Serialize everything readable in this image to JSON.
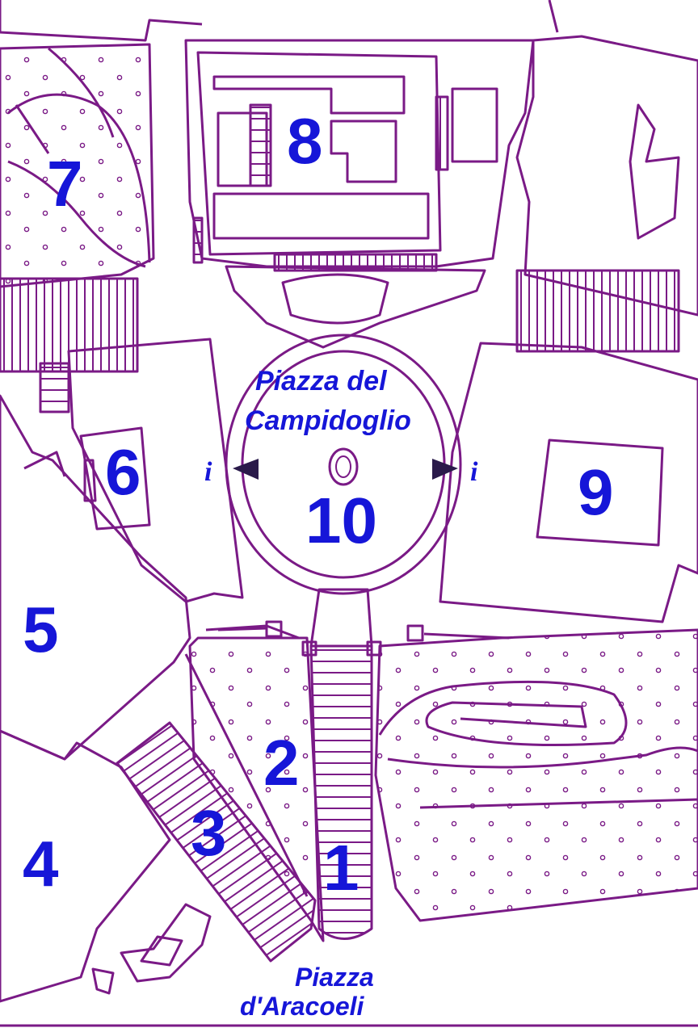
{
  "map": {
    "colors": {
      "line": "#7a1a86",
      "label": "#1616d8",
      "background": "#ffffff"
    },
    "places": {
      "piazza_campidoglio_line1": "Piazza del",
      "piazza_campidoglio_line2": "Campidoglio",
      "piazza_aracoeli_line1": "Piazza",
      "piazza_aracoeli_line2": "d'Aracoeli"
    },
    "markers": [
      "1",
      "2",
      "3",
      "4",
      "5",
      "6",
      "7",
      "8",
      "9",
      "10"
    ],
    "info_symbol": "i",
    "icons": [
      "info-arrow-left-icon",
      "info-arrow-right-icon",
      "statue-oval-icon"
    ]
  }
}
